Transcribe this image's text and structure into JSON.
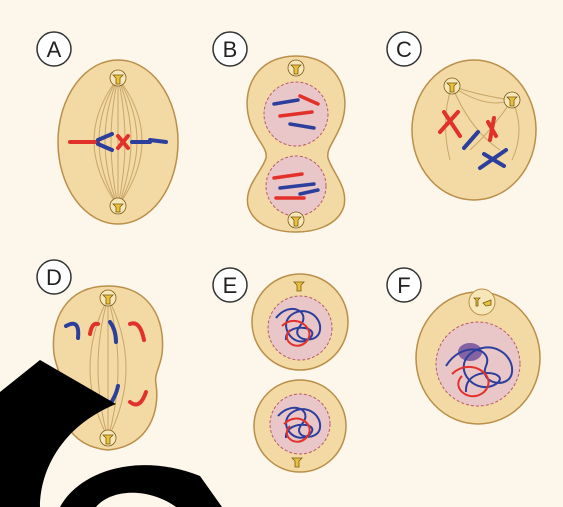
{
  "panels": [
    {
      "label": "A"
    },
    {
      "label": "B"
    },
    {
      "label": "C"
    },
    {
      "label": "D"
    },
    {
      "label": "E"
    },
    {
      "label": "F"
    }
  ],
  "colors": {
    "background": "#fdf6ea",
    "cell_fill": "#f3d9a3",
    "cell_stroke": "#b98f4a",
    "spindle": "#c9a76a",
    "nucleus_fill": "#e9c7c9",
    "chrom_red": "#e2312b",
    "chrom_blue": "#2c3f9c",
    "centrosome": "#e8c23a",
    "watermark": "#000000"
  }
}
